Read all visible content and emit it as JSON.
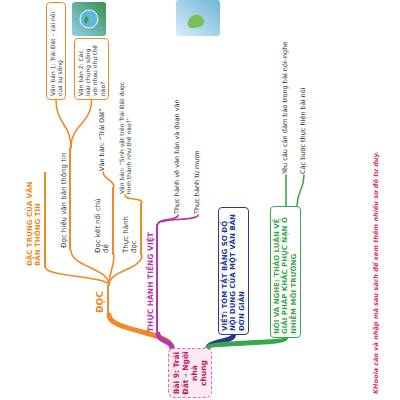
{
  "diagram": {
    "nodes": [
      {
        "text": [
          "Bài 9: Trái Đất – Ngôi nhà chung"
        ]
      },
      {
        "text": [
          "ĐỌC"
        ]
      },
      {
        "text": [
          "ĐẶC TRƯNG CỦA VĂN BẢN THÔNG TIN"
        ]
      },
      {
        "text": [
          "Đọc hiểu văn bản thông tin"
        ]
      },
      {
        "text": [
          "Văn bản 1: Trái Đất – cái nôi của sự sống"
        ]
      },
      {
        "text": [
          "Văn bản 2: Các loài chung sống với nhau như thế nào?"
        ]
      },
      {
        "text": [
          "Đọc kết nối chủ đề"
        ]
      },
      {
        "text": [
          "Văn bản: “Trái Đất”"
        ]
      },
      {
        "text": [
          "Thực hành đọc"
        ]
      },
      {
        "text": [
          "Văn bản: “Sinh vật trên Trái Đất được hình thành như thế nào?”"
        ]
      },
      {
        "text": [
          "THỰC HÀNH TIẾNG VIỆT"
        ]
      },
      {
        "text": [
          "Thực hành về văn bản và đoạn văn"
        ]
      },
      {
        "text": [
          "Thực hành từ mượn"
        ]
      },
      {
        "text": [
          "VIẾT: TÓM TẮT BẰNG SƠ ĐỒ NỘI DUNG CỦA MỘT VĂN BẢN ĐƠN GIẢN"
        ]
      },
      {
        "text": [
          "NÓI VÀ NGHE: THẢO LUẬN VỀ GIẢI PHÁP KHẮC PHỤC NẠN Ô NHIỄM MÔI TRƯỜNG"
        ]
      },
      {
        "text": [
          "Yêu cầu cần đảm bảo trong bài nói–nghe"
        ]
      },
      {
        "text": [
          "Các bước thực hiện bài nói"
        ]
      }
    ],
    "edges": [
      {
        "from": 0,
        "to": 1,
        "arrow": "none"
      },
      {
        "from": 1,
        "to": 2,
        "arrow": "none"
      },
      {
        "from": 1,
        "to": 3,
        "arrow": "none"
      },
      {
        "from": 3,
        "to": 4,
        "arrow": "none"
      },
      {
        "from": 3,
        "to": 5,
        "arrow": "none"
      },
      {
        "from": 1,
        "to": 6,
        "arrow": "none"
      },
      {
        "from": 6,
        "to": 7,
        "arrow": "none"
      },
      {
        "from": 1,
        "to": 8,
        "arrow": "none"
      },
      {
        "from": 8,
        "to": 9,
        "arrow": "none"
      },
      {
        "from": 0,
        "to": 10,
        "arrow": "none"
      },
      {
        "from": 10,
        "to": 11,
        "arrow": "none"
      },
      {
        "from": 10,
        "to": 12,
        "arrow": "none"
      },
      {
        "from": 0,
        "to": 13,
        "arrow": "none"
      },
      {
        "from": 0,
        "to": 14,
        "arrow": "none"
      },
      {
        "from": 14,
        "to": 15,
        "arrow": "none"
      },
      {
        "from": 14,
        "to": 16,
        "arrow": "none"
      }
    ],
    "labels": [
      "KHoola cào và nhập mã sau sách để xem thêm nhiều sơ đồ tư duy."
    ]
  }
}
